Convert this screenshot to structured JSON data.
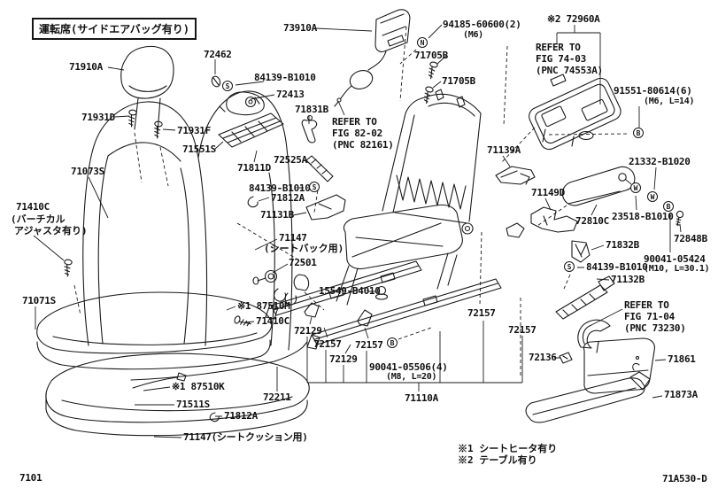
{
  "variant_box": "運転席(サイドエアバッグ有り)",
  "corner": {
    "page_code": "7101",
    "diagram_code": "71A530-D"
  },
  "footnotes": {
    "n1": "※1 シートヒータ有り",
    "n2": "※2 テーブル有り"
  },
  "fastener_marks": {
    "s": "S",
    "n": "N",
    "b": "B",
    "w": "W"
  },
  "labels": {
    "headrest": "71910A",
    "headrest_screw_left": "71931D",
    "headrest_screw_right": "71931F",
    "grommet": "72462",
    "screw_84139_a": "84139-B1010",
    "recliner_handle": "72413",
    "back_board": "71551S",
    "bracket_71831b": "71831B",
    "back_shield": "71811D",
    "rod_72525a": "72525A",
    "screw_84139_b": "84139-B1010",
    "clip_71812a_a": "71812A",
    "bracket_71131b": "71131B",
    "belt_buckle": "73910A",
    "bolt_94185": "94185-60600(2)",
    "bolt_94185_size": "(M6)",
    "screw_71705b_a": "71705B",
    "screw_71705b_b": "71705B",
    "refer_fig82": [
      "REFER TO",
      "FIG 82-02",
      "(PNC 82161)"
    ],
    "seat_table": "※2 72960A",
    "refer_fig74": [
      "REFER TO",
      "FIG 74-03",
      "(PNC 74553A)"
    ],
    "bolt_91551": "91551-80614(6)",
    "bolt_91551_size": "(M6, L=14)",
    "bracket_71139a": "71139A",
    "bolt_21332": "21332-B1020",
    "bracket_71149d": "71149D",
    "armrest": "72810C",
    "nut_23518": "23518-B1010",
    "bolt_72848b": "72848B",
    "bracket_71832b": "71832B",
    "screw_84139_c": "84139-B1010",
    "bolt_90041_05424": "90041-05424",
    "bolt_90041_05424_size": "(M10, L=30.1)",
    "lever_71132b": "71132B",
    "rail_72157_c": "72157",
    "rail_72157_d": "72157",
    "refer_fig71": [
      "REFER TO",
      "FIG 71-04",
      "(PNC 73230)"
    ],
    "clip_72136": "72136",
    "cover_71861": "71861",
    "cover_71873a": "71873A",
    "adjuster_71410c": "71410C",
    "adjuster_71410c_note": [
      "(バーチカル",
      "アジャスタ有り)"
    ],
    "back_cover": "71073S",
    "cushion_cover": "71071S",
    "back_pad": "71147",
    "back_pad_note": "(シートバック用)",
    "knob_72501": "72501",
    "nut_15549": "15549-B4010",
    "heater_back": "※1 87510M",
    "screw_71410c_b": "71410C",
    "rail_72129_a": "72129",
    "rail_72157_a": "72157",
    "rail_72157_b": "72157",
    "rail_72129_b": "72129",
    "bolt_90041_05506": "90041-05506(4)",
    "bolt_90041_05506_size": "(M8, L=20)",
    "seat_frame": "71110A",
    "wire_72211": "72211",
    "heater_cushion": "※1 87510K",
    "cushion_pad_top": "71511S",
    "clip_71812a_b": "71812A",
    "cushion_pad": "71147(シートクッション用)"
  }
}
